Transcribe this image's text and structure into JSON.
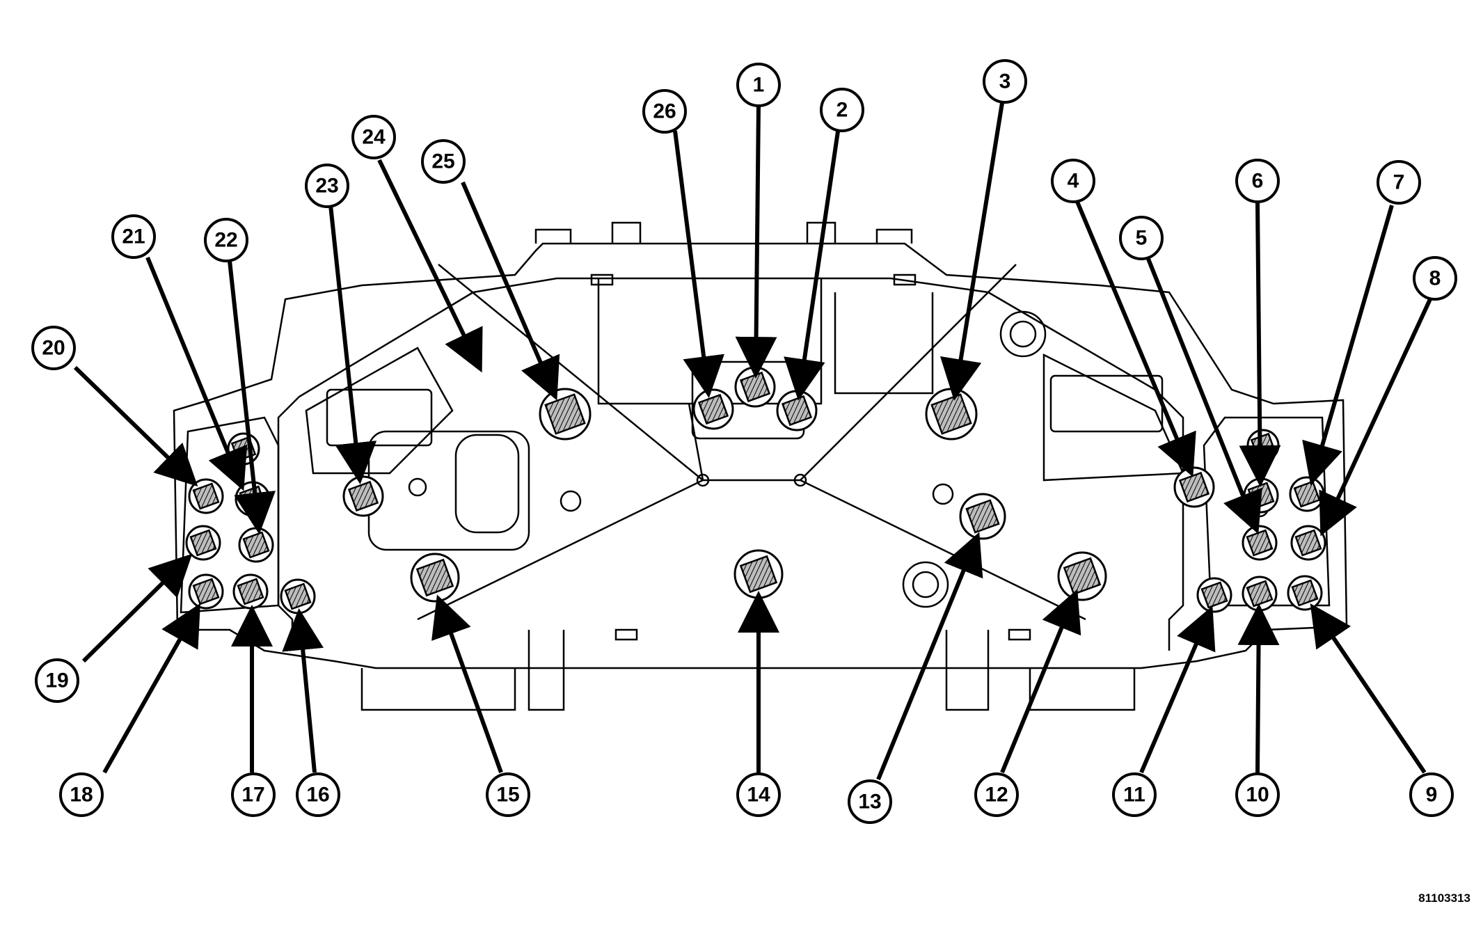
{
  "figure_id": "81103313",
  "callouts": [
    {
      "label": "1"
    },
    {
      "label": "2"
    },
    {
      "label": "3"
    },
    {
      "label": "4"
    },
    {
      "label": "5"
    },
    {
      "label": "6"
    },
    {
      "label": "7"
    },
    {
      "label": "8"
    },
    {
      "label": "9"
    },
    {
      "label": "10"
    },
    {
      "label": "11"
    },
    {
      "label": "12"
    },
    {
      "label": "13"
    },
    {
      "label": "14"
    },
    {
      "label": "15"
    },
    {
      "label": "16"
    },
    {
      "label": "17"
    },
    {
      "label": "18"
    },
    {
      "label": "19"
    },
    {
      "label": "20"
    },
    {
      "label": "21"
    },
    {
      "label": "22"
    },
    {
      "label": "23"
    },
    {
      "label": "24"
    },
    {
      "label": "25"
    },
    {
      "label": "26"
    }
  ],
  "colors": {
    "line": "#000000",
    "background": "#ffffff",
    "socket_fill": "#d9d9d9"
  }
}
